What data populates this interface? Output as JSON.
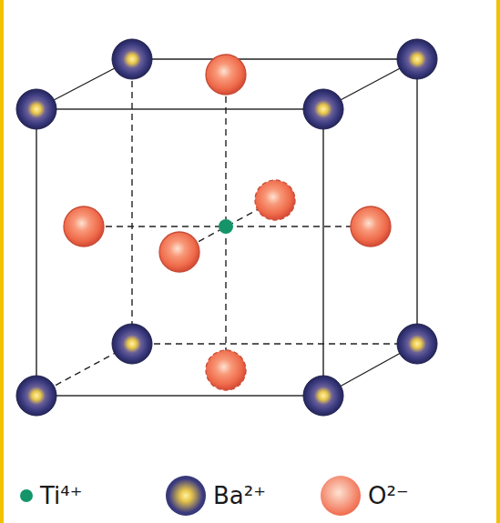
{
  "diagram": {
    "legend": [
      {
        "text": "Ti⁴⁺",
        "color": "#15946a"
      },
      {
        "text": "Ba²⁺",
        "color": "#3b3b80"
      },
      {
        "text": "O²⁻",
        "color": "#f2775a"
      }
    ]
  }
}
